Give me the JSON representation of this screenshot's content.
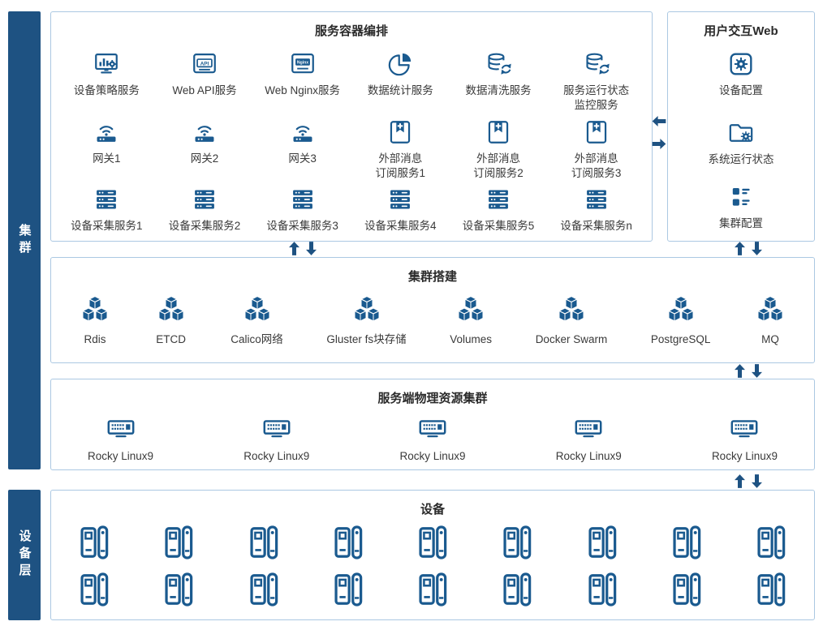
{
  "colors": {
    "primary_blue": "#1e5282",
    "icon_blue": "#1a5a8f",
    "box_border": "#abc8e2",
    "label_text": "#3a3a3a"
  },
  "sidebar": {
    "cluster": "集群",
    "device_layer": "设备层"
  },
  "orchestration": {
    "title": "服务容器编排",
    "row1": [
      {
        "label": "设备策略服务"
      },
      {
        "label": "Web API服务"
      },
      {
        "label": "Web Nginx服务"
      },
      {
        "label": "数据统计服务"
      },
      {
        "label": "数据清洗服务"
      },
      {
        "label": "服务运行状态监控服务"
      }
    ],
    "row2": [
      {
        "label": "网关1"
      },
      {
        "label": "网关2"
      },
      {
        "label": "网关3"
      },
      {
        "label": "外部消息订阅服务1"
      },
      {
        "label": "外部消息订阅服务2"
      },
      {
        "label": "外部消息订阅服务3"
      }
    ],
    "row3": [
      {
        "label": "设备采集服务1"
      },
      {
        "label": "设备采集服务2"
      },
      {
        "label": "设备采集服务3"
      },
      {
        "label": "设备采集服务4"
      },
      {
        "label": "设备采集服务5"
      },
      {
        "label": "设备采集服务n"
      }
    ]
  },
  "web_panel": {
    "title": "用户交互Web",
    "items": [
      {
        "label": "设备配置"
      },
      {
        "label": "系统运行状态"
      },
      {
        "label": "集群配置"
      }
    ]
  },
  "cluster_build": {
    "title": "集群搭建",
    "items": [
      {
        "label": "Rdis"
      },
      {
        "label": "ETCD"
      },
      {
        "label": "Calico网络"
      },
      {
        "label": "Gluster fs块存储"
      },
      {
        "label": "Volumes"
      },
      {
        "label": "Docker Swarm"
      },
      {
        "label": "PostgreSQL"
      },
      {
        "label": "MQ"
      }
    ]
  },
  "physical_cluster": {
    "title": "服务端物理资源集群",
    "items": [
      {
        "label": "Rocky Linux9"
      },
      {
        "label": "Rocky Linux9"
      },
      {
        "label": "Rocky Linux9"
      },
      {
        "label": "Rocky Linux9"
      },
      {
        "label": "Rocky Linux9"
      }
    ]
  },
  "devices": {
    "title": "设备",
    "rows": 2,
    "per_row": 9
  }
}
